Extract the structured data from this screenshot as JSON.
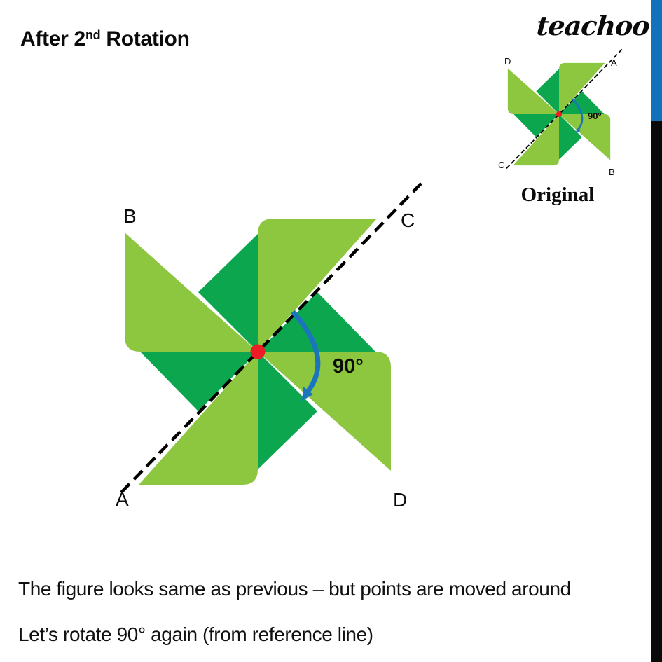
{
  "header": {
    "title_prefix": "After 2",
    "title_superscript": "nd",
    "title_suffix": " Rotation",
    "logo": "teachoo"
  },
  "figure_large": {
    "labels": {
      "top_left": "B",
      "top_right": "C",
      "bottom_left": "A",
      "bottom_right": "D"
    },
    "angle_label": "90°"
  },
  "figure_small": {
    "labels": {
      "top_left": "D",
      "top_right": "A",
      "bottom_left": "C",
      "bottom_right": "B"
    },
    "angle_label": "90°",
    "caption": "Original"
  },
  "body": {
    "line1": "The figure looks same as previous – but points are moved around",
    "line2": "Let’s rotate 90° again (from reference line)"
  },
  "colors": {
    "light_green": "#8DC63F",
    "dark_green": "#0CA64E",
    "center_red": "#EE1C25",
    "arrow_blue": "#1B75BC",
    "sidebar_blue": "#1272BC",
    "sidebar_black": "#0A0A0A",
    "line_black": "#000000"
  }
}
